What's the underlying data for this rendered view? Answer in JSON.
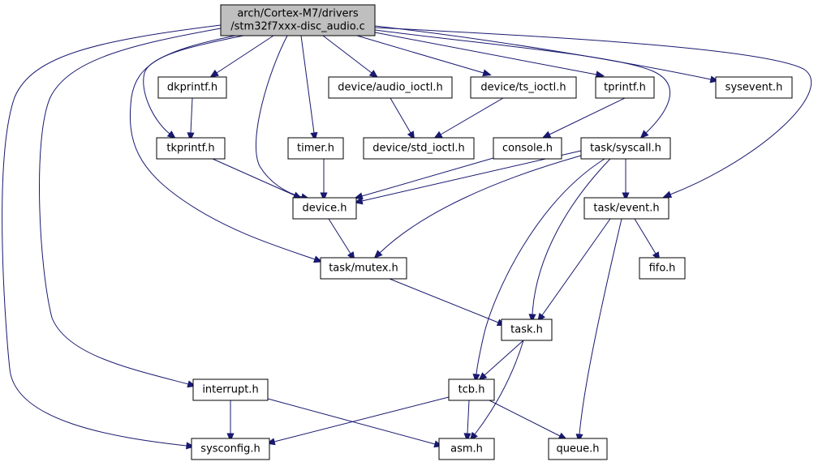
{
  "colors": {
    "edge": "#191970",
    "root_fill": "#bfbfbf",
    "node_fill": "#ffffff",
    "border": "#000000"
  },
  "nodes": [
    {
      "id": "root",
      "lines": [
        "arch/Cortex-M7/drivers",
        "/stm32f7xxx-disc_audio.c"
      ],
      "root": true
    },
    {
      "id": "dkprintf",
      "lines": [
        "dkprintf.h"
      ]
    },
    {
      "id": "audio_ioctl",
      "lines": [
        "device/audio_ioctl.h"
      ]
    },
    {
      "id": "ts_ioctl",
      "lines": [
        "device/ts_ioctl.h"
      ]
    },
    {
      "id": "tprintf",
      "lines": [
        "tprintf.h"
      ]
    },
    {
      "id": "sysevent",
      "lines": [
        "sysevent.h"
      ]
    },
    {
      "id": "tkprintf",
      "lines": [
        "tkprintf.h"
      ]
    },
    {
      "id": "timer",
      "lines": [
        "timer.h"
      ]
    },
    {
      "id": "std_ioctl",
      "lines": [
        "device/std_ioctl.h"
      ]
    },
    {
      "id": "console",
      "lines": [
        "console.h"
      ]
    },
    {
      "id": "syscall",
      "lines": [
        "task/syscall.h"
      ]
    },
    {
      "id": "device",
      "lines": [
        "device.h"
      ]
    },
    {
      "id": "event",
      "lines": [
        "task/event.h"
      ]
    },
    {
      "id": "mutex",
      "lines": [
        "task/mutex.h"
      ]
    },
    {
      "id": "fifo",
      "lines": [
        "fifo.h"
      ]
    },
    {
      "id": "task",
      "lines": [
        "task.h"
      ]
    },
    {
      "id": "interrupt",
      "lines": [
        "interrupt.h"
      ]
    },
    {
      "id": "tcb",
      "lines": [
        "tcb.h"
      ]
    },
    {
      "id": "sysconfig",
      "lines": [
        "sysconfig.h"
      ]
    },
    {
      "id": "asm",
      "lines": [
        "asm.h"
      ]
    },
    {
      "id": "queue",
      "lines": [
        "queue.h"
      ]
    }
  ],
  "edges": [
    [
      "root",
      "dkprintf"
    ],
    [
      "root",
      "audio_ioctl"
    ],
    [
      "root",
      "ts_ioctl"
    ],
    [
      "root",
      "tprintf"
    ],
    [
      "root",
      "sysevent"
    ],
    [
      "root",
      "tkprintf"
    ],
    [
      "root",
      "timer"
    ],
    [
      "root",
      "device"
    ],
    [
      "root",
      "syscall"
    ],
    [
      "root",
      "event"
    ],
    [
      "root",
      "mutex"
    ],
    [
      "root",
      "interrupt"
    ],
    [
      "root",
      "sysconfig"
    ],
    [
      "dkprintf",
      "tkprintf"
    ],
    [
      "audio_ioctl",
      "std_ioctl"
    ],
    [
      "ts_ioctl",
      "std_ioctl"
    ],
    [
      "tprintf",
      "console"
    ],
    [
      "tkprintf",
      "device"
    ],
    [
      "timer",
      "device"
    ],
    [
      "console",
      "device"
    ],
    [
      "syscall",
      "device"
    ],
    [
      "syscall",
      "mutex"
    ],
    [
      "syscall",
      "event"
    ],
    [
      "syscall",
      "task"
    ],
    [
      "syscall",
      "tcb"
    ],
    [
      "device",
      "mutex"
    ],
    [
      "event",
      "fifo"
    ],
    [
      "event",
      "task"
    ],
    [
      "event",
      "queue"
    ],
    [
      "mutex",
      "task"
    ],
    [
      "task",
      "tcb"
    ],
    [
      "task",
      "asm"
    ],
    [
      "interrupt",
      "sysconfig"
    ],
    [
      "interrupt",
      "asm"
    ],
    [
      "tcb",
      "sysconfig"
    ],
    [
      "tcb",
      "asm"
    ],
    [
      "tcb",
      "queue"
    ]
  ]
}
